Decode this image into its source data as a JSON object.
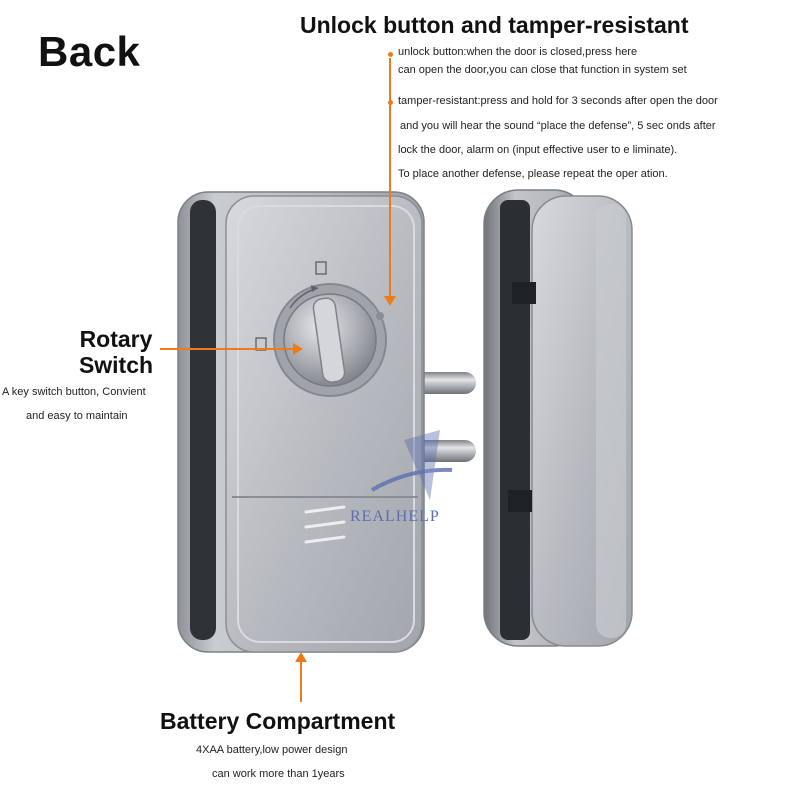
{
  "title": "Back",
  "unlock": {
    "heading": "Unlock button and tamper-resistant",
    "unlock_line1": "unlock button:when the door is closed,press here",
    "unlock_line2": "can open the door,you can close that function in system set",
    "tamper_line1": "tamper-resistant:press and hold for 3 seconds after open the door",
    "tamper_line2": "and you will hear the sound “place the defense”, 5 sec onds after",
    "tamper_line3": "lock the door, alarm on (input effective user to e liminate).",
    "tamper_line4": "To place another defense, please repeat the oper ation."
  },
  "rotary": {
    "heading_line1": "Rotary",
    "heading_line2": "Switch",
    "desc_line1": "A key switch button, Convient",
    "desc_line2": "and  easy to maintain"
  },
  "battery": {
    "heading": "Battery Compartment",
    "desc_line1": "4XAA battery,low power design",
    "desc_line2": "can work more than 1years"
  },
  "watermark": "REALHELP",
  "colors": {
    "accent": "#f07a18",
    "metal": "#a9adb3",
    "watermark": "#5b6fae"
  }
}
